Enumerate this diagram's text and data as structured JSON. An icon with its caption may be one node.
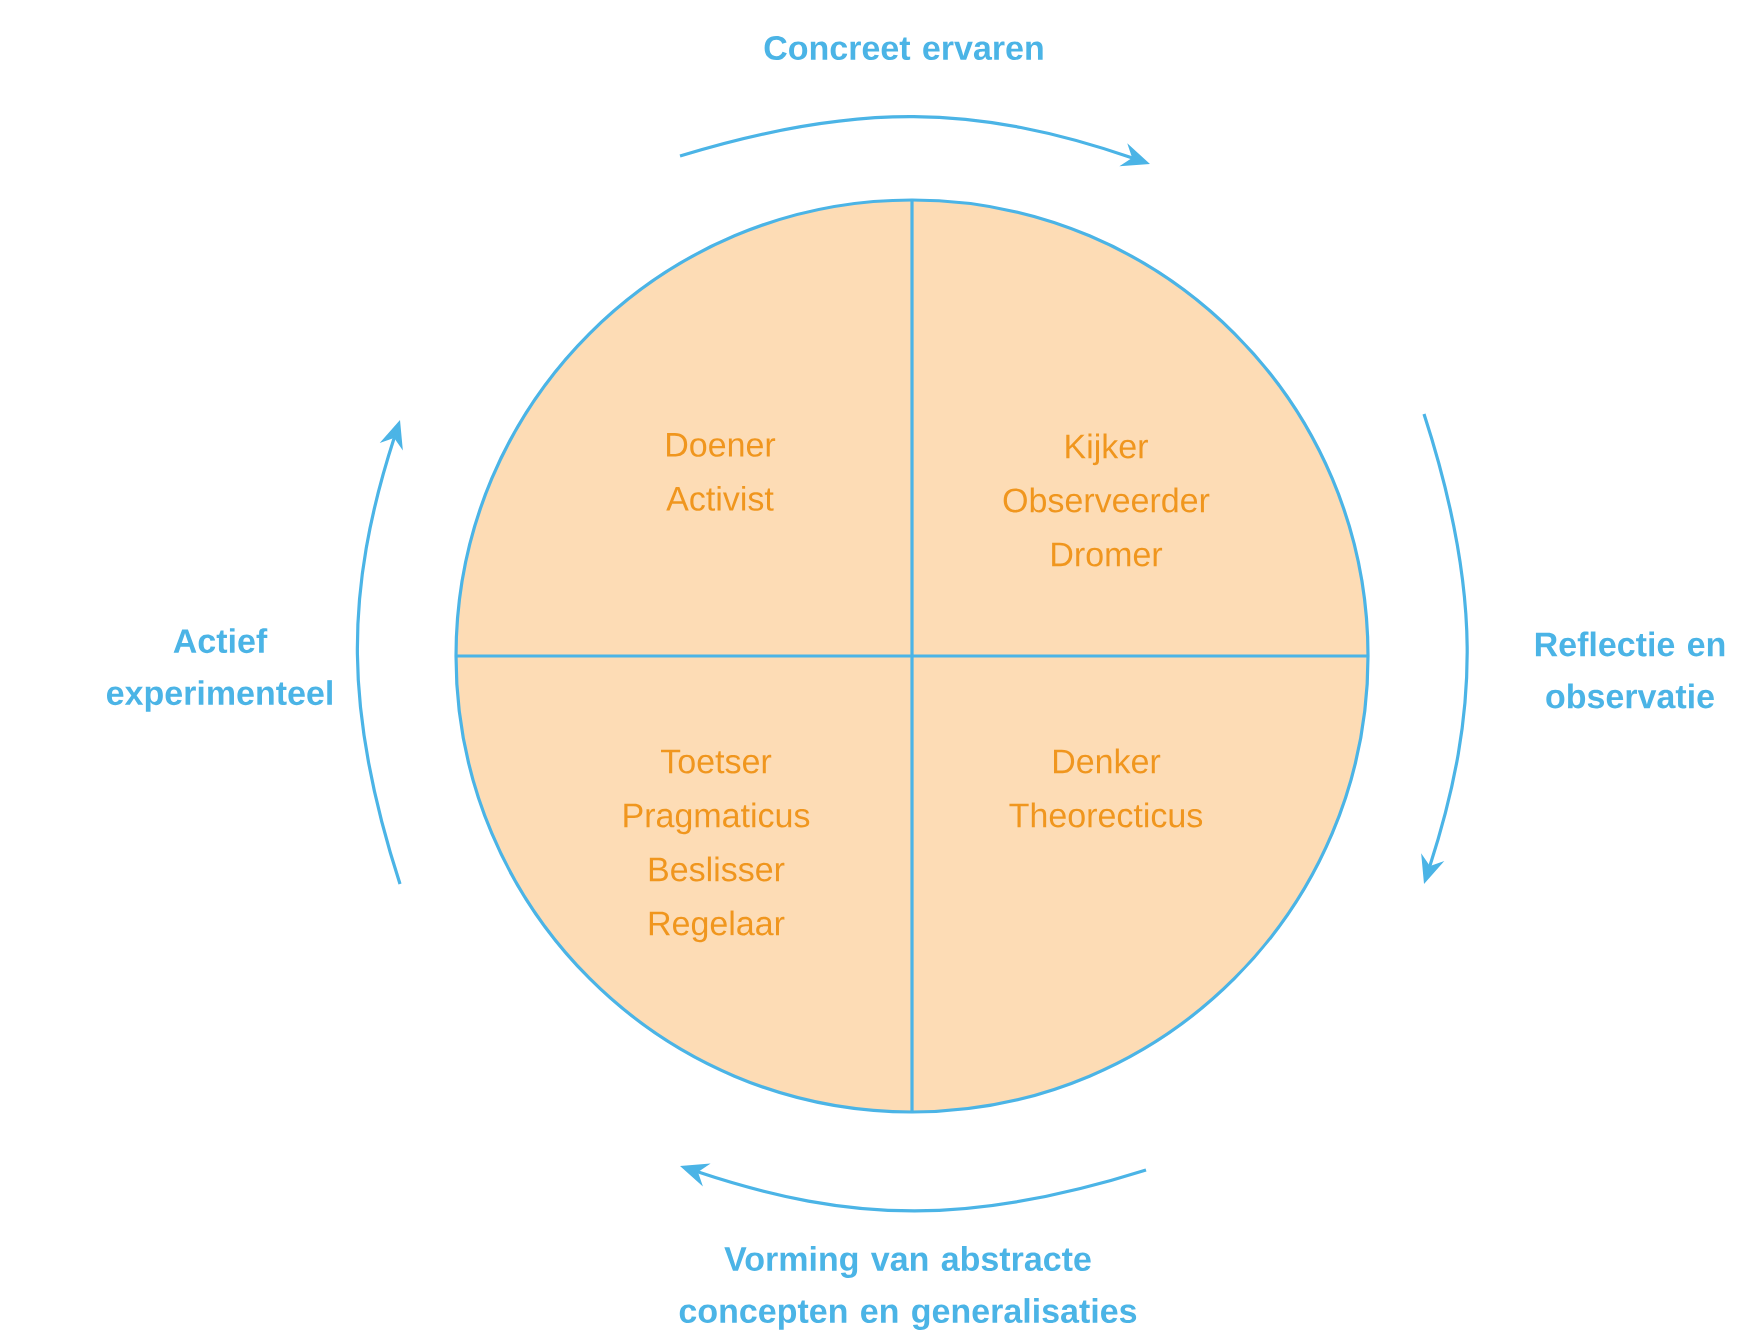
{
  "diagram": {
    "nodes": [
      {
        "text": [],
        "shape": "circle"
      },
      {
        "text": [
          "Doener",
          "Activist"
        ],
        "in": 0
      },
      {
        "text": [
          "Kijker",
          "Observeerder",
          "Dromer"
        ],
        "in": 0
      },
      {
        "text": [
          "Toetser",
          "Pragmaticus",
          "Beslisser",
          "Regelaar"
        ],
        "in": 0
      },
      {
        "text": [
          "Denker",
          "Theorecticus"
        ],
        "in": 0
      }
    ],
    "edges": [],
    "labels": [
      "Concreet ervaren",
      "Actief experimenteel",
      "Reflectie en observatie",
      "Vorming van abstracte concepten en generalisaties"
    ]
  }
}
